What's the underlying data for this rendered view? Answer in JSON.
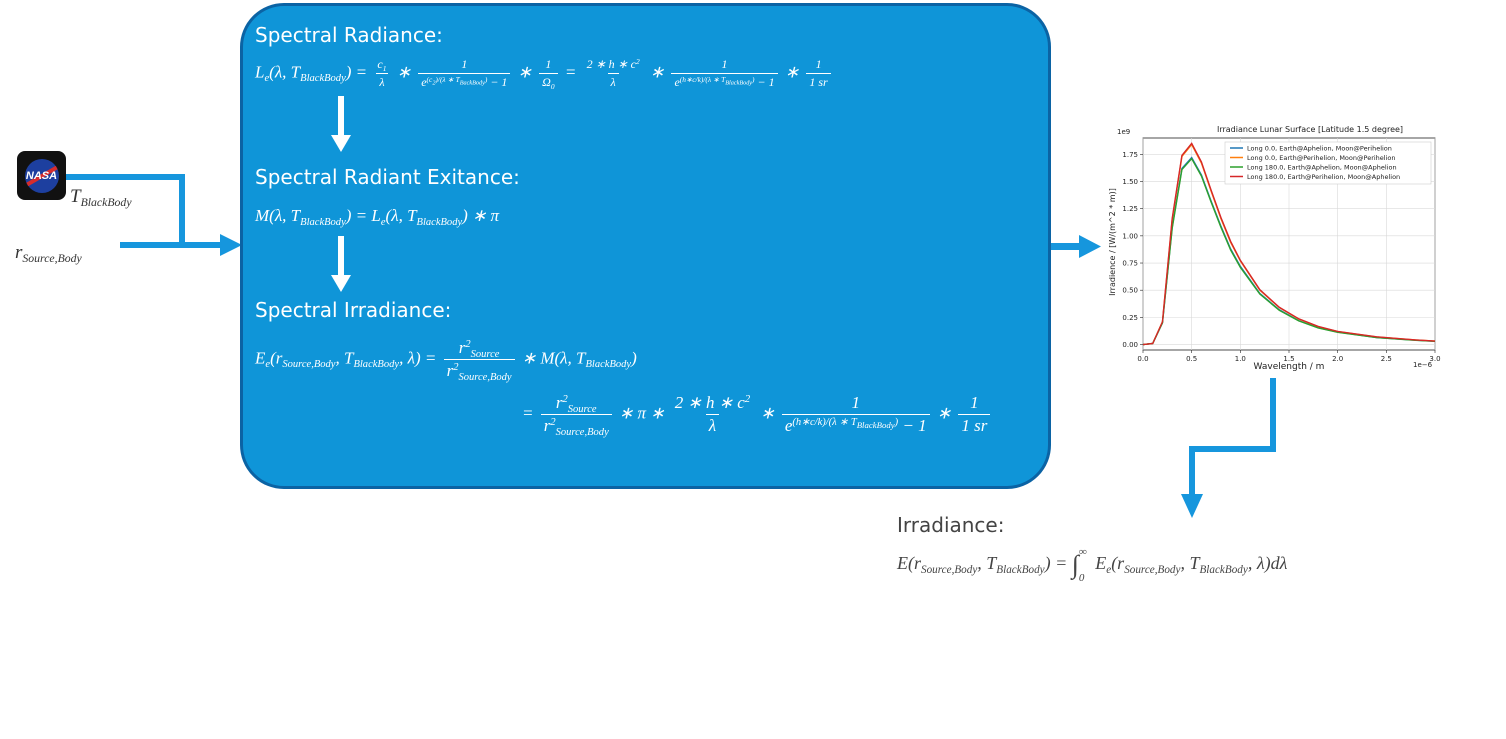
{
  "inputs": {
    "logo_text": "NASA",
    "t_symbol": "T",
    "t_sub": "BlackBody",
    "r_symbol": "r",
    "r_sub": "Source,Body"
  },
  "box": {
    "radiance_heading": "Spectral Radiance:",
    "exitance_heading": "Spectral Radiant Exitance:",
    "irradiance_heading": "Spectral Irradiance:",
    "colors": {
      "fill": "#0f95d8",
      "border": "#0b63a4",
      "arrows": "#1696dd"
    }
  },
  "output": {
    "heading": "Irradiance:"
  },
  "chart_data": {
    "type": "line",
    "title": "Irradiance Lunar Surface [Latitude 1.5 degree]",
    "xlabel": "Wavelength / m",
    "ylabel": "Irradience / [W/(m^2 * m)]",
    "x_scale_label": "1e−6",
    "y_scale_label": "1e9",
    "xlim": [
      0.0,
      3.0
    ],
    "ylim": [
      -0.05,
      1.9
    ],
    "x_ticks": [
      "0.0",
      "0.5",
      "1.0",
      "1.5",
      "2.0",
      "2.5",
      "3.0"
    ],
    "y_ticks": [
      "0.00",
      "0.25",
      "0.50",
      "0.75",
      "1.00",
      "1.25",
      "1.50",
      "1.75"
    ],
    "grid": true,
    "legend_position": "top-right",
    "x": [
      0.0,
      0.1,
      0.2,
      0.3,
      0.4,
      0.5,
      0.6,
      0.7,
      0.8,
      0.9,
      1.0,
      1.2,
      1.4,
      1.6,
      1.8,
      2.0,
      2.4,
      2.8,
      3.0
    ],
    "series": [
      {
        "name": "Long 0.0, Earth@Aphelion, Moon@Perihelion",
        "color": "#1f77b4",
        "values": [
          0.0,
          0.01,
          0.2,
          1.08,
          1.62,
          1.72,
          1.56,
          1.32,
          1.09,
          0.88,
          0.72,
          0.47,
          0.32,
          0.22,
          0.155,
          0.115,
          0.065,
          0.04,
          0.03
        ]
      },
      {
        "name": "Long 0.0, Earth@Perihelion, Moon@Perihelion",
        "color": "#ff7f0e",
        "values": [
          0.0,
          0.01,
          0.21,
          1.15,
          1.73,
          1.84,
          1.67,
          1.41,
          1.16,
          0.94,
          0.77,
          0.5,
          0.34,
          0.235,
          0.165,
          0.12,
          0.07,
          0.042,
          0.032
        ]
      },
      {
        "name": "Long 180.0, Earth@Aphelion, Moon@Aphelion",
        "color": "#2ca02c",
        "values": [
          0.0,
          0.01,
          0.2,
          1.07,
          1.61,
          1.71,
          1.55,
          1.31,
          1.08,
          0.87,
          0.71,
          0.465,
          0.315,
          0.218,
          0.153,
          0.113,
          0.064,
          0.039,
          0.03
        ]
      },
      {
        "name": "Long 180.0, Earth@Perihelion, Moon@Aphelion",
        "color": "#d62728",
        "values": [
          0.0,
          0.01,
          0.21,
          1.16,
          1.74,
          1.85,
          1.68,
          1.42,
          1.17,
          0.95,
          0.775,
          0.505,
          0.343,
          0.237,
          0.167,
          0.121,
          0.071,
          0.043,
          0.032
        ]
      }
    ]
  }
}
